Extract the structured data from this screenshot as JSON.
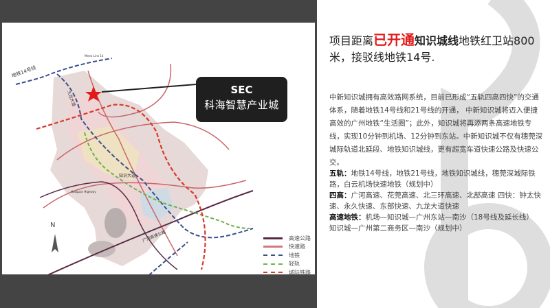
{
  "map": {
    "callout": {
      "title": "SEC",
      "subtitle": "科海智慧产业城"
    },
    "north_label": "N",
    "labels": {
      "metro14_cn": "地铁14号线",
      "metro14_en": "Metro Line 14",
      "jiulong": "九龙大道",
      "zhishi": "知识大道",
      "huoguan": "Huoguan Highway",
      "guanghe": "广河高速公路"
    },
    "legend": [
      {
        "label": "高速公路",
        "color": "#5a2a45",
        "style": "solid"
      },
      {
        "label": "快速路",
        "color": "#d07a7f",
        "style": "solid"
      },
      {
        "label": "地铁",
        "color": "#3a4f8a",
        "style": "dashed"
      },
      {
        "label": "轻轨",
        "color": "#6cb04a",
        "style": "dashed"
      },
      {
        "label": "城际铁路",
        "color": "#d8392b",
        "style": "dashed"
      }
    ]
  },
  "headline": {
    "part1": "项目距离",
    "highlight": "已开通",
    "bold": "知识城线",
    "part2": "地铁红卫站800米，接驳线地铁14号."
  },
  "intro": "中新知识城拥有高效路网系统，目前已形成“五轨四高四快”的交通体系，随着地铁14号线和21号线的开通， 中新知识城将迈入便捷高效的广州地铁“生活圈”；此外，知识城将再添两条高速地铁专线，实现10分钟到机场、12分钟到东站。中新知识城不仅有穗莞深城际轨道北延段、地铁知识城线，更有超宽车道快速公路及快速公交。",
  "points": [
    {
      "label": "五轨：",
      "text": "地铁14号线，地铁21号线，地铁知识城线，穗莞深城际铁路，白云机场快速地铁（规划中）"
    },
    {
      "label": "四高：",
      "text": "广河高速、花莞高速、北三环高速、北部高速 四快：钟太快速、永久快速、东部快速、九龙大道快速"
    },
    {
      "label": "高速地铁：",
      "text": "机场—知识城—广州东站—南沙（18号线及延长线）"
    },
    {
      "label": "",
      "text": "知识城—广州第二商务区—南沙（规划中）"
    }
  ]
}
